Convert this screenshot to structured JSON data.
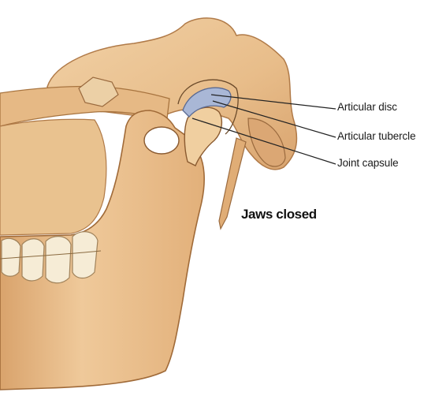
{
  "caption": "Jaws closed",
  "labels": {
    "articular_disc": "Articular disc",
    "articular_tubercle": "Articular tubercle",
    "joint_capsule": "Joint capsule"
  },
  "colors": {
    "bone": "#ecc596",
    "bone_shadow": "#c9905e",
    "bone_dark": "#9a6a3e",
    "tooth": "#f6ecd6",
    "disc": "#a9b7d6",
    "leader": "#222222"
  }
}
